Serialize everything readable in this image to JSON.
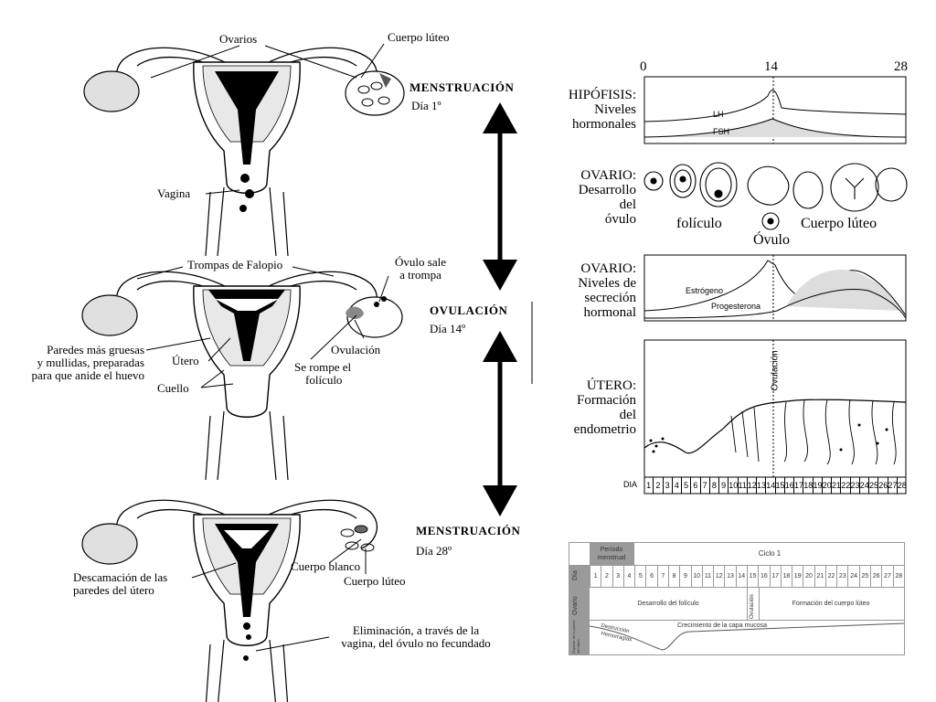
{
  "top": {
    "ovarios": "Ovarios",
    "cuerpo_luteo": "Cuerpo lúteo",
    "vagina": "Vagina",
    "phase": "MENSTRUACIÓN",
    "day": "Día 1º"
  },
  "middle": {
    "trompas": "Trompas de Falopio",
    "ovulo_sale_1": "Óvulo sale",
    "ovulo_sale_2": "a trompa",
    "paredes_1": "Paredes más gruesas",
    "paredes_2": "y mullidas, preparadas",
    "paredes_3": "para que anide el huevo",
    "utero": "Útero",
    "cuello": "Cuello",
    "rompe_1": "Se rompe el",
    "rompe_2": "folículo",
    "ovulacion": "Ovulación",
    "phase": "OVULACIÓN",
    "day": "Día 14º"
  },
  "bottom": {
    "descamacion_1": "Descamación de las",
    "descamacion_2": "paredes del útero",
    "cuerpo_blanco": "Cuerpo blanco",
    "cuerpo_luteo": "Cuerpo lúteo",
    "eliminacion_1": "Eliminación, a través de la",
    "eliminacion_2": "vagina, del óvulo no fecundado",
    "phase": "MENSTRUACIÓN",
    "day": "Día 28º"
  },
  "panels": {
    "axis_0": "0",
    "axis_14": "14",
    "axis_28": "28",
    "hipofisis_1": "HIPÓFISIS:",
    "hipofisis_2": "Niveles",
    "hipofisis_3": "hormonales",
    "lh": "LH",
    "fsh": "FSH",
    "ovario1_1": "OVARIO:",
    "ovario1_2": "Desarrollo",
    "ovario1_3": "del",
    "ovario1_4": "óvulo",
    "foliculo": "folículo",
    "ovulo": "Óvulo",
    "cuerpo_luteo": "Cuerpo lúteo",
    "ovario2_1": "OVARIO:",
    "ovario2_2": "Niveles de",
    "ovario2_3": "secreción",
    "ovario2_4": "hormonal",
    "estrogeno": "Estrógeno",
    "progesterona": "Progesterona",
    "utero_1": "ÚTERO:",
    "utero_2": "Formación",
    "utero_3": "del",
    "utero_4": "endometrio",
    "ovulacion_vertical": "Ovulación",
    "dia": "DIA",
    "days": [
      "1",
      "2",
      "3",
      "4",
      "5",
      "6",
      "7",
      "8",
      "9",
      "10",
      "11",
      "12",
      "13",
      "14",
      "15",
      "16",
      "17",
      "18",
      "19",
      "20",
      "21",
      "22",
      "23",
      "24",
      "25",
      "26",
      "27",
      "28"
    ]
  },
  "table": {
    "periodo_1": "Período",
    "periodo_2": "menstrual",
    "ciclo": "Ciclo 1",
    "row_dia": "Día",
    "row_ovario": "Ovario",
    "row_espesor": "Espesor de la pared del útero",
    "desarrollo": "Desarrollo del folículo",
    "ovulacion": "Ovulación",
    "formacion": "Formación del cuerpo lúteo",
    "destruccion": "Destrucción",
    "hemorragias": "Hemorragias",
    "crecimiento": "Crecimiento de la capa mucosa"
  },
  "colors": {
    "ink": "#000000",
    "shade": "#cfcfcf",
    "table_grey": "#9a9a9a"
  }
}
